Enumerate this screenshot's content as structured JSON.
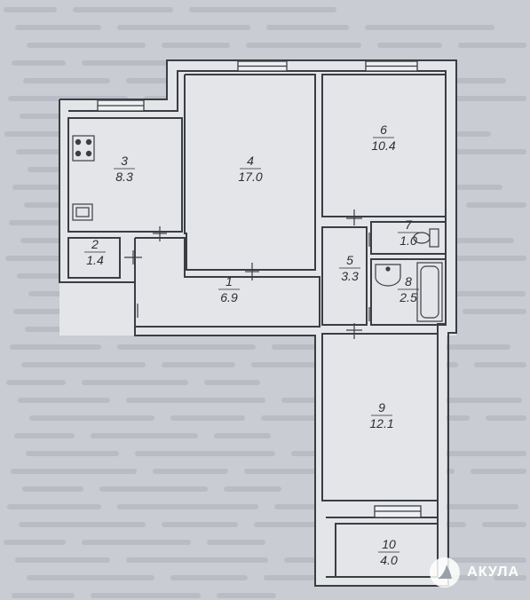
{
  "rooms": [
    {
      "number": "1",
      "area": "6.9"
    },
    {
      "number": "2",
      "area": "1.4"
    },
    {
      "number": "3",
      "area": "8.3"
    },
    {
      "number": "4",
      "area": "17.0"
    },
    {
      "number": "5",
      "area": "3.3"
    },
    {
      "number": "6",
      "area": "10.4"
    },
    {
      "number": "7",
      "area": "1.0"
    },
    {
      "number": "8",
      "area": "2.5"
    },
    {
      "number": "9",
      "area": "12.1"
    },
    {
      "number": "10",
      "area": "4.0"
    }
  ],
  "watermark": {
    "brand": "АКУЛА",
    "icon": "shark-fin-icon"
  },
  "colors": {
    "wall": "#3a3d44",
    "floor": "#e4e5e8",
    "background": "#c9ccd2"
  }
}
